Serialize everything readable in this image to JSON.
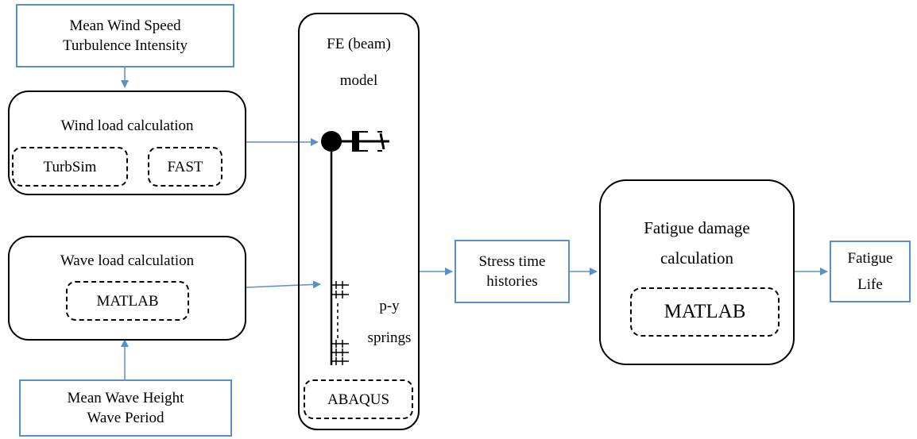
{
  "wind_inputs": {
    "line1": "Mean Wind Speed",
    "line2": "Turbulence Intensity"
  },
  "wind_load": {
    "title": "Wind load calculation",
    "tool1": "TurbSim",
    "tool2": "FAST"
  },
  "wave_load": {
    "title": "Wave load calculation",
    "tool": "MATLAB"
  },
  "wave_inputs": {
    "line1": "Mean Wave Height",
    "line2": "Wave Period"
  },
  "fe_model": {
    "line1": "FE (beam)",
    "line2": "model",
    "springs_line1": "p-y",
    "springs_line2": "springs",
    "tool": "ABAQUS"
  },
  "stress": {
    "line1": "Stress time",
    "line2": "histories"
  },
  "fatigue_damage": {
    "line1": "Fatigue damage",
    "line2": "calculation",
    "tool": "MATLAB"
  },
  "fatigue_life": {
    "line1": "Fatigue",
    "line2": "Life"
  },
  "colors": {
    "arrow": "#5b8fc7",
    "box_border_blue": "#5b8fc7",
    "box_border_black": "#000000"
  }
}
